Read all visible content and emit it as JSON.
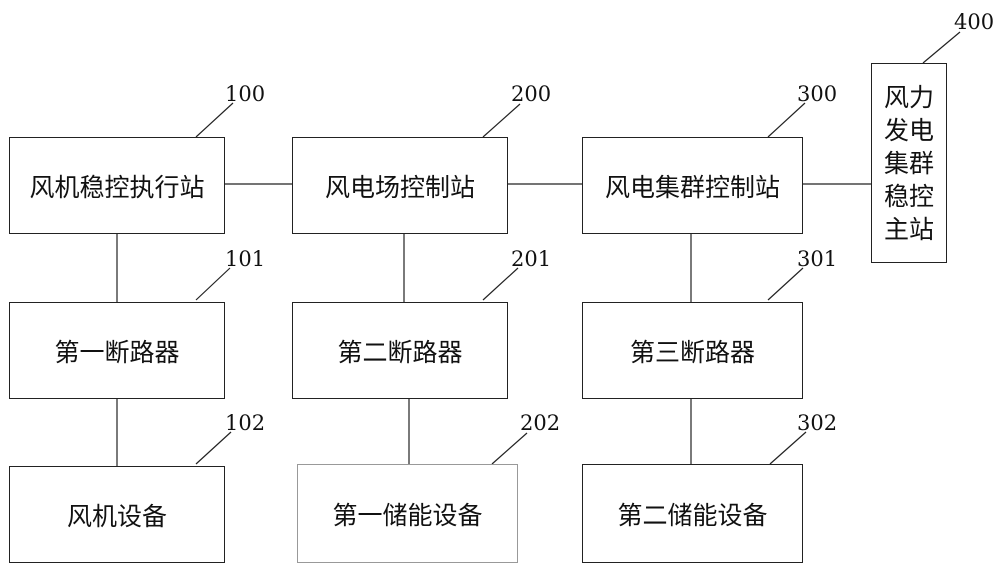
{
  "boxes": {
    "b100": "风机稳控执行站",
    "b200": "风电场控制站",
    "b300": "风电集群控制站",
    "b400": [
      "风力",
      "发电",
      "集群",
      "稳控",
      "主站"
    ],
    "b101": "第一断路器",
    "b201": "第二断路器",
    "b301": "第三断路器",
    "b102": "风机设备",
    "b202": "第一储能设备",
    "b302": "第二储能设备"
  },
  "refs": {
    "r100": "100",
    "r200": "200",
    "r300": "300",
    "r400": "400",
    "r101": "101",
    "r201": "201",
    "r301": "301",
    "r102": "102",
    "r202": "202",
    "r302": "302"
  }
}
